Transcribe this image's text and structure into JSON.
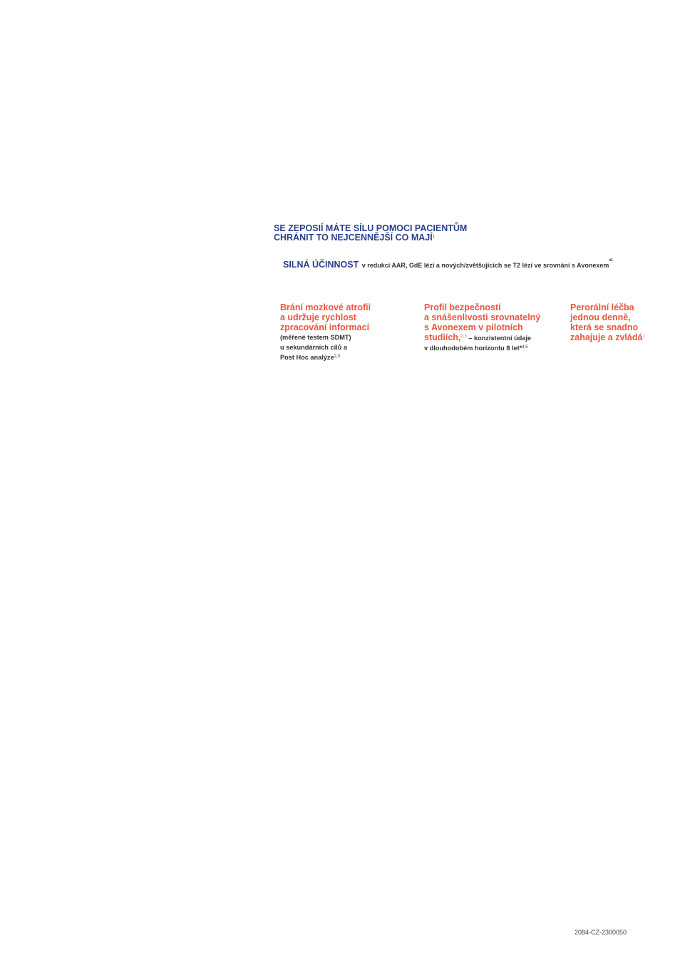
{
  "headline": {
    "line1": "SE ZEPOSIÍ MÁTE SÍLU POMOCI PACIENTŮM",
    "line2": "CHRÁNIT TO NEJCENNĚJŠÍ CO MAJÍ",
    "ref": "1"
  },
  "efficacy": {
    "strong": "SILNÁ ÚČINNOST",
    "text": "v redukci AAR, GdE lézí a nových/zvětšujících se T2 lézí ve srovnání s Avonexem",
    "ref": "¤1"
  },
  "features": [
    {
      "title_lines": [
        "Brání mozkové atrofii",
        "a udržuje rychlost",
        "zpracování informací"
      ],
      "detail_lines": [
        "(měřené testem SDMT)",
        "u sekundárních cílů a",
        "Post Hoc analýze"
      ],
      "detail_ref": "2,3"
    },
    {
      "title_lines": [
        "Profil bezpečnosti",
        "a snášenlivosti srovnatelný",
        "s Avonexem v pilotních",
        "studiích,"
      ],
      "title_ref": "2,3",
      "inline_detail": " – konzistentní údaje",
      "detail_lines": [
        "v dlouhodobém horizontu 8 let*"
      ],
      "detail_ref": "4,5"
    },
    {
      "title_lines": [
        "Perorální léčba",
        "jednou denně,",
        "která se snadno",
        "zahajuje a zvládá"
      ],
      "title_ref": "1"
    }
  ],
  "footer": {
    "code": "2084-CZ-2300050"
  },
  "colors": {
    "navy": "#2a3f8f",
    "coral": "#e8553e",
    "body_text": "#333333"
  }
}
